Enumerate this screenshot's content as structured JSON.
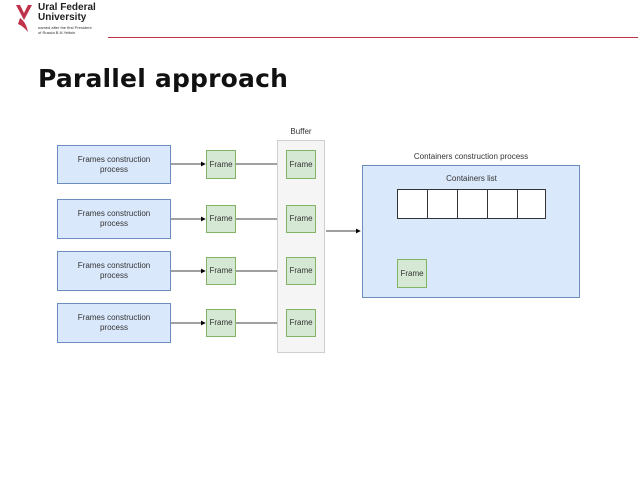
{
  "header": {
    "uni_name_line1": "Ural Federal",
    "uni_name_line2": "University",
    "uni_sub_line1": "named after the first President",
    "uni_sub_line2": "of Russia B.N.Yeltsin",
    "accent_color": "#c0314a"
  },
  "title": "Parallel approach",
  "diagram": {
    "processes": [
      {
        "label_line1": "Frames construction",
        "label_line2": "process"
      },
      {
        "label_line1": "Frames construction",
        "label_line2": "process"
      },
      {
        "label_line1": "Frames construction",
        "label_line2": "process"
      },
      {
        "label_line1": "Frames construction",
        "label_line2": "process"
      }
    ],
    "frames": [
      "Frame",
      "Frame",
      "Frame",
      "Frame"
    ],
    "buffer_label": "Buffer",
    "buffer_frames": [
      "Frame",
      "Frame",
      "Frame",
      "Frame"
    ],
    "containers_process_label": "Containers construction process",
    "containers_list_label": "Containers list",
    "containers_frame": "Frame",
    "colors": {
      "process_fill": "#dae8fc",
      "process_stroke": "#6c8ebf",
      "frame_fill": "#d5e8d4",
      "frame_stroke": "#82b366",
      "buffer_fill": "#f5f5f5"
    }
  }
}
